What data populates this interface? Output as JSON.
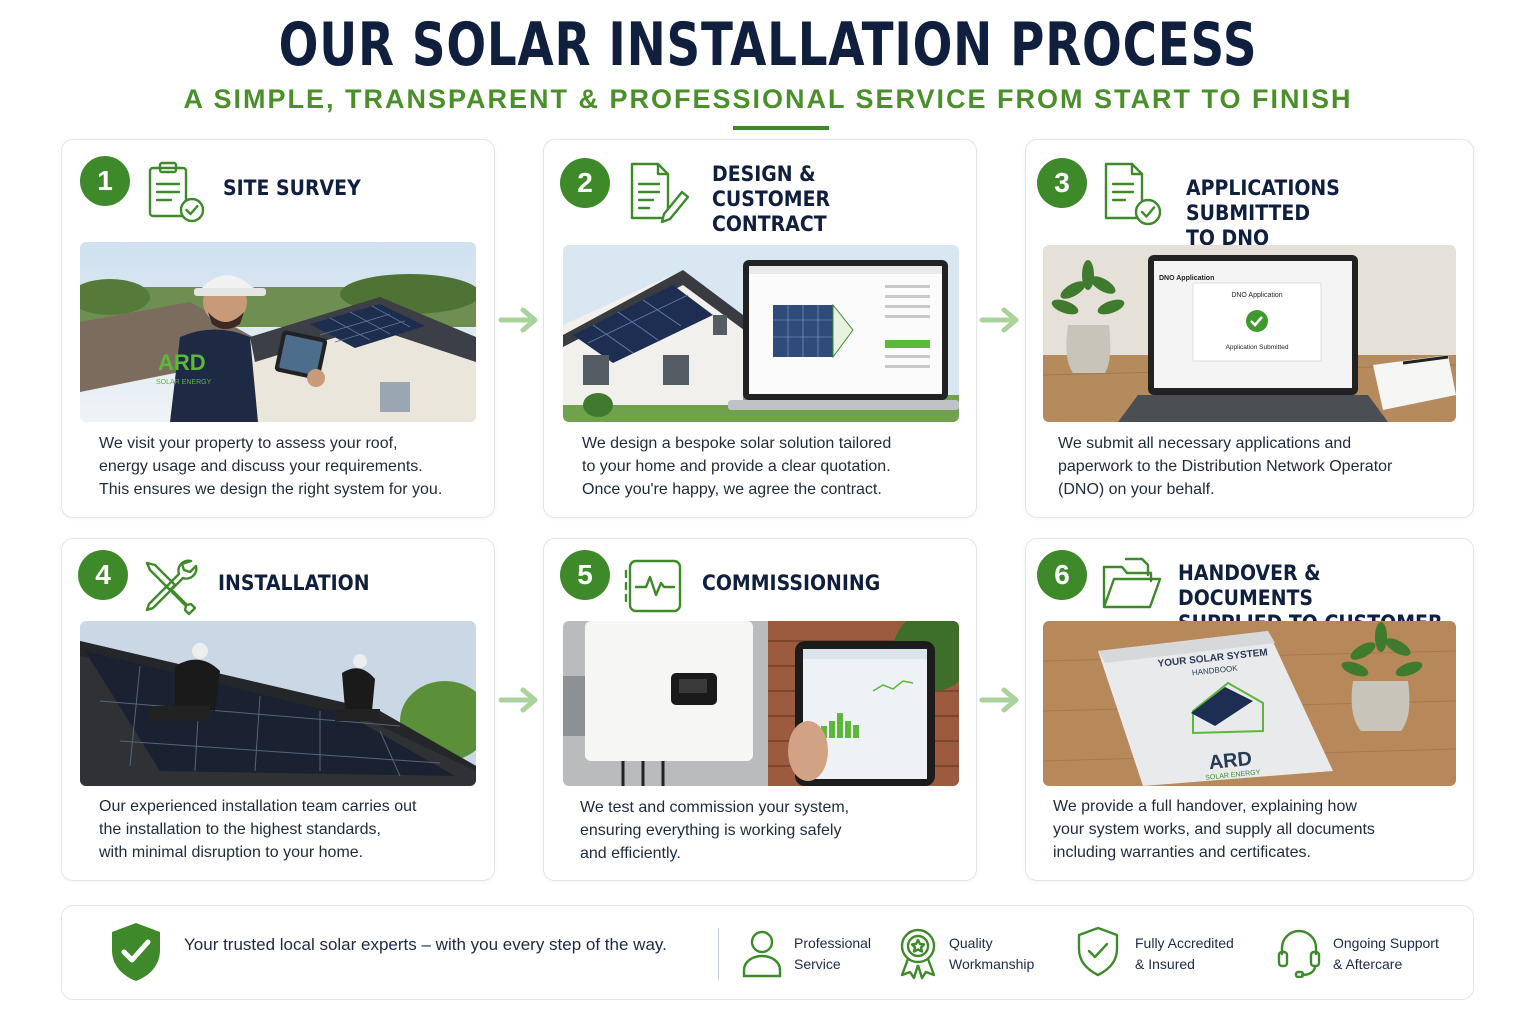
{
  "header": {
    "title": "OUR SOLAR INSTALLATION PROCESS",
    "subtitle": "A SIMPLE, TRANSPARENT & PROFESSIONAL SERVICE FROM START TO FINISH"
  },
  "colors": {
    "brand_green": "#3e8a2b",
    "navy": "#0f1f3d",
    "arrow_green": "#a9d39a"
  },
  "steps": [
    {
      "number": "1",
      "icon": "clipboard-check-icon",
      "title": "SITE SURVEY",
      "description": "We visit your property to assess your roof,\nenergy usage and discuss your requirements.\nThis ensures we design the right system for you.",
      "photo_text": {
        "logo": "ARD",
        "logo_sub": "SOLAR ENERGY"
      }
    },
    {
      "number": "2",
      "icon": "document-pen-icon",
      "title": "DESIGN &\nCUSTOMER\nCONTRACT",
      "description": "We design a bespoke solar solution tailored\nto your home and provide a clear quotation.\nOnce you're happy, we agree the contract."
    },
    {
      "number": "3",
      "icon": "document-check-icon",
      "title": "APPLICATIONS SUBMITTED\nTO DNO",
      "description": "We submit all necessary applications and\npaperwork to the Distribution Network Operator\n(DNO) on your behalf.",
      "photo_text": {
        "window_title": "DNO Application",
        "panel_title": "DNO Application",
        "panel_status": "Application Submitted"
      }
    },
    {
      "number": "4",
      "icon": "tools-icon",
      "title": "INSTALLATION",
      "description": "Our experienced installation team carries out\nthe installation to the highest standards,\nwith minimal disruption to your home."
    },
    {
      "number": "5",
      "icon": "heartbeat-monitor-icon",
      "title": "COMMISSIONING",
      "description": "We test and commission your system,\nensuring everything is working safely\nand efficiently."
    },
    {
      "number": "6",
      "icon": "folder-icon",
      "title": "HANDOVER & DOCUMENTS\nSUPPLIED TO CUSTOMER",
      "description": "We provide a full handover, explaining how\nyour system works, and supply all documents\nincluding warranties and certificates.",
      "photo_text": {
        "handbook_line1": "YOUR SOLAR SYSTEM",
        "handbook_line2": "HANDBOOK",
        "logo": "ARD",
        "logo_sub": "SOLAR ENERGY"
      }
    }
  ],
  "footer": {
    "tagline": "Your trusted local solar experts – with you every step of the way.",
    "features": [
      {
        "icon": "person-icon",
        "label": "Professional\nService"
      },
      {
        "icon": "award-badge-icon",
        "label": "Quality\nWorkmanship"
      },
      {
        "icon": "shield-check-icon",
        "label": "Fully Accredited\n& Insured"
      },
      {
        "icon": "headset-icon",
        "label": "Ongoing Support\n& Aftercare"
      }
    ]
  }
}
